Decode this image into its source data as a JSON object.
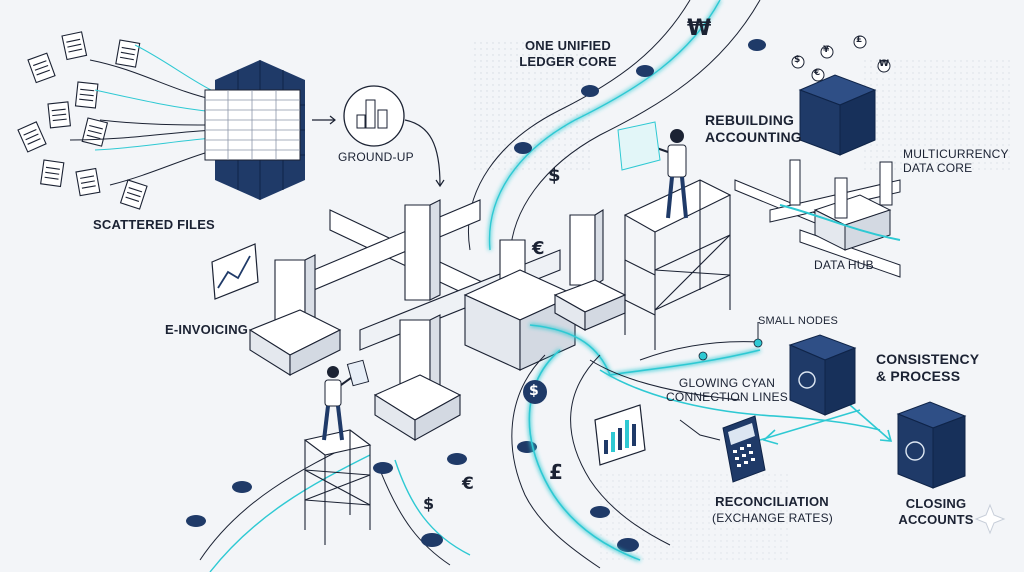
{
  "labels": {
    "scattered_files": "SCATTERED FILES",
    "ground_up": "GROUND-UP",
    "ledger_core_line1": "ONE UNIFIED",
    "ledger_core_line2": "LEDGER CORE",
    "rebuilding_line1": "REBUILDING",
    "rebuilding_line2": "ACCOUNTING",
    "multicurrency_line1": "MULTICURRENCY",
    "multicurrency_line2": "DATA CORE",
    "data_hub": "DATA HUB",
    "e_invoicing": "E-INVOICING",
    "small_nodes": "SMALL NODES",
    "consistency_line1": "CONSISTENCY",
    "consistency_line2": "& PROCESS",
    "glowing_line1": "GLOWING CYAN",
    "glowing_line2": "CONNECTION LINES",
    "reconciliation_line1": "RECONCILIATION",
    "reconciliation_line2": "(EXCHANGE RATES)",
    "closing_line1": "CLOSING",
    "closing_line2": "ACCOUNTS"
  },
  "currency_symbols": {
    "won_top": "₩",
    "dollar_upper": "$",
    "euro_mid": "€",
    "dollar_coin": "$",
    "pound": "£",
    "dollar_lower": "$",
    "euro_lower": "€",
    "float_dollar": "$",
    "float_euro": "€",
    "float_yen": "¥",
    "float_pound": "£",
    "float_won": "₩"
  },
  "colors": {
    "navy": "#1f3a68",
    "cyan": "#2ec9d3",
    "ink": "#1b2233",
    "background": "#f3f5f8"
  }
}
